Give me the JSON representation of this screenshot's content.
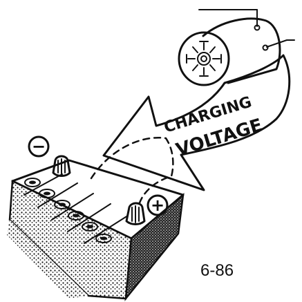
{
  "arrow": {
    "line1": "CHARGING",
    "line2": "VOLTAGE"
  },
  "battery": {
    "negative_symbol": "−",
    "positive_symbol": "+"
  },
  "figure_number": "6-86"
}
